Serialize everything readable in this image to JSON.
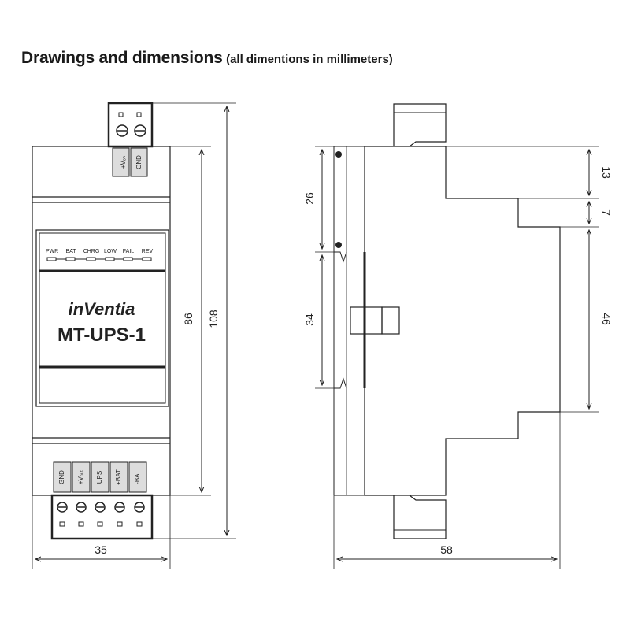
{
  "title": {
    "main": "Drawings and dimensions",
    "sub": "(all dimentions in millimeters)"
  },
  "front_view": {
    "top_terminals": [
      "+Vₒₙ",
      "GND"
    ],
    "leds": [
      "PWR",
      "BAT",
      "CHRG",
      "LOW",
      "FAIL",
      "REV"
    ],
    "brand": "inVentia",
    "model": "MT-UPS-1",
    "bottom_terminals": [
      "GND",
      "+Vₒᵤₜ",
      "UPS",
      "+BAT",
      "-BAT"
    ],
    "dim_width": "35",
    "dim_height_body": "86",
    "dim_height_total": "108"
  },
  "side_view": {
    "dim_26": "26",
    "dim_34": "34",
    "dim_13": "13",
    "dim_7": "7",
    "dim_46": "46",
    "dim_depth": "58"
  }
}
